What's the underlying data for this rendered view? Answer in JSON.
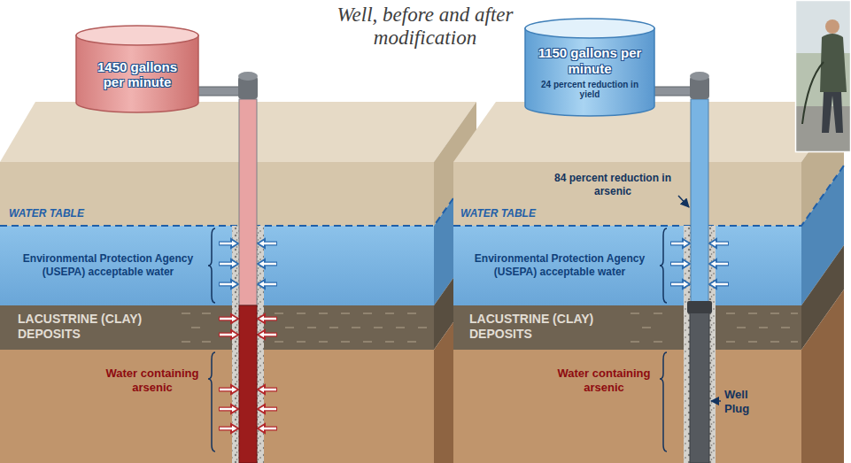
{
  "diagram": {
    "title": "Well, before and after modification",
    "nodes": [
      {
        "text": [
          "1450 gallons per minute"
        ]
      },
      {
        "text": [
          "1150 gallons per minute",
          "24 percent reduction in yield"
        ]
      }
    ],
    "labels": [
      "WATER TABLE",
      "Environmental Protection Agency (USEPA) acceptable water",
      "LACUSTRINE (CLAY) DEPOSITS",
      "Water containing arsenic",
      "84 percent reduction in arsenic",
      "WATER TABLE",
      "Environmental Protection Agency (USEPA) acceptable water",
      "LACUSTRINE (CLAY) DEPOSITS",
      "Water containing arsenic",
      "Well Plug"
    ]
  }
}
